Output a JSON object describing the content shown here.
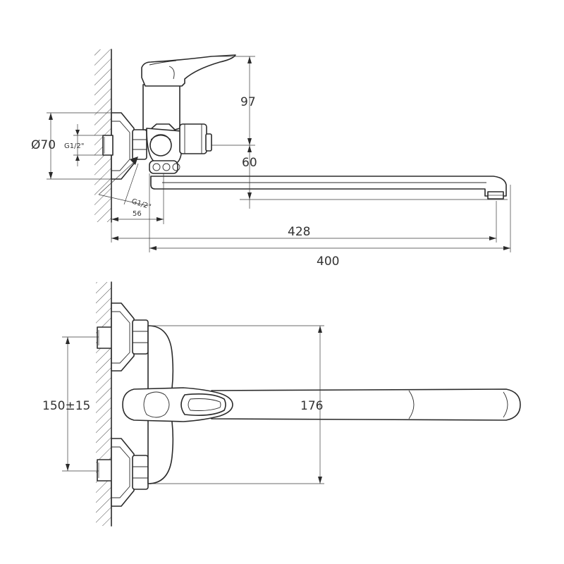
{
  "dimensions": {
    "side_view": {
      "h97": "97",
      "h60": "60",
      "d70": "Ø70",
      "thread_top": "G1/2\"",
      "thread_bottom": "G1/2\"",
      "d56": "56",
      "d428": "428",
      "d400": "400"
    },
    "top_view": {
      "centers": "150±15",
      "d176": "176"
    }
  }
}
